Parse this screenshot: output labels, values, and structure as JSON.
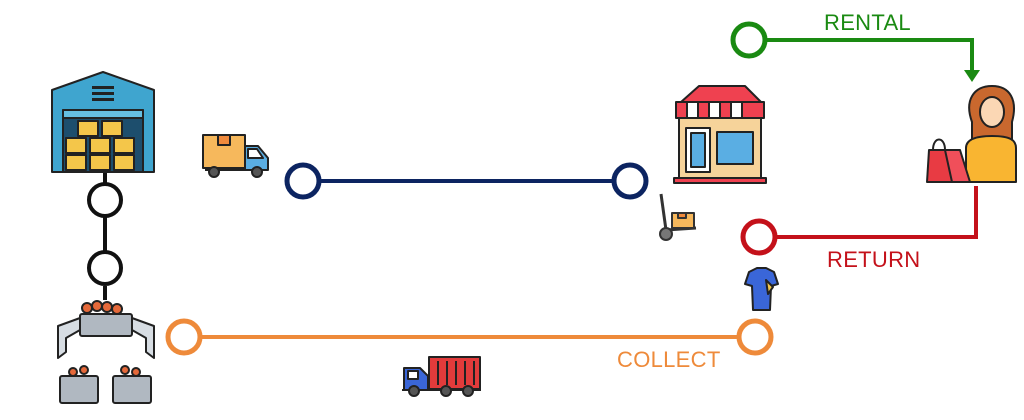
{
  "labels": {
    "rental": "RENTAL",
    "return": "RETURN",
    "collect": "COLLECT"
  },
  "colors": {
    "rental": "#1a8a12",
    "return": "#c4111a",
    "collect": "#ee8a3a",
    "delivery": "#0c2461",
    "warehouse_link": "#111111"
  },
  "icons": [
    "warehouse-icon",
    "delivery-van-icon",
    "shop-icon",
    "hand-truck-icon",
    "shopper-icon",
    "tshirt-icon",
    "sorting-machine-icon",
    "cargo-truck-icon"
  ]
}
